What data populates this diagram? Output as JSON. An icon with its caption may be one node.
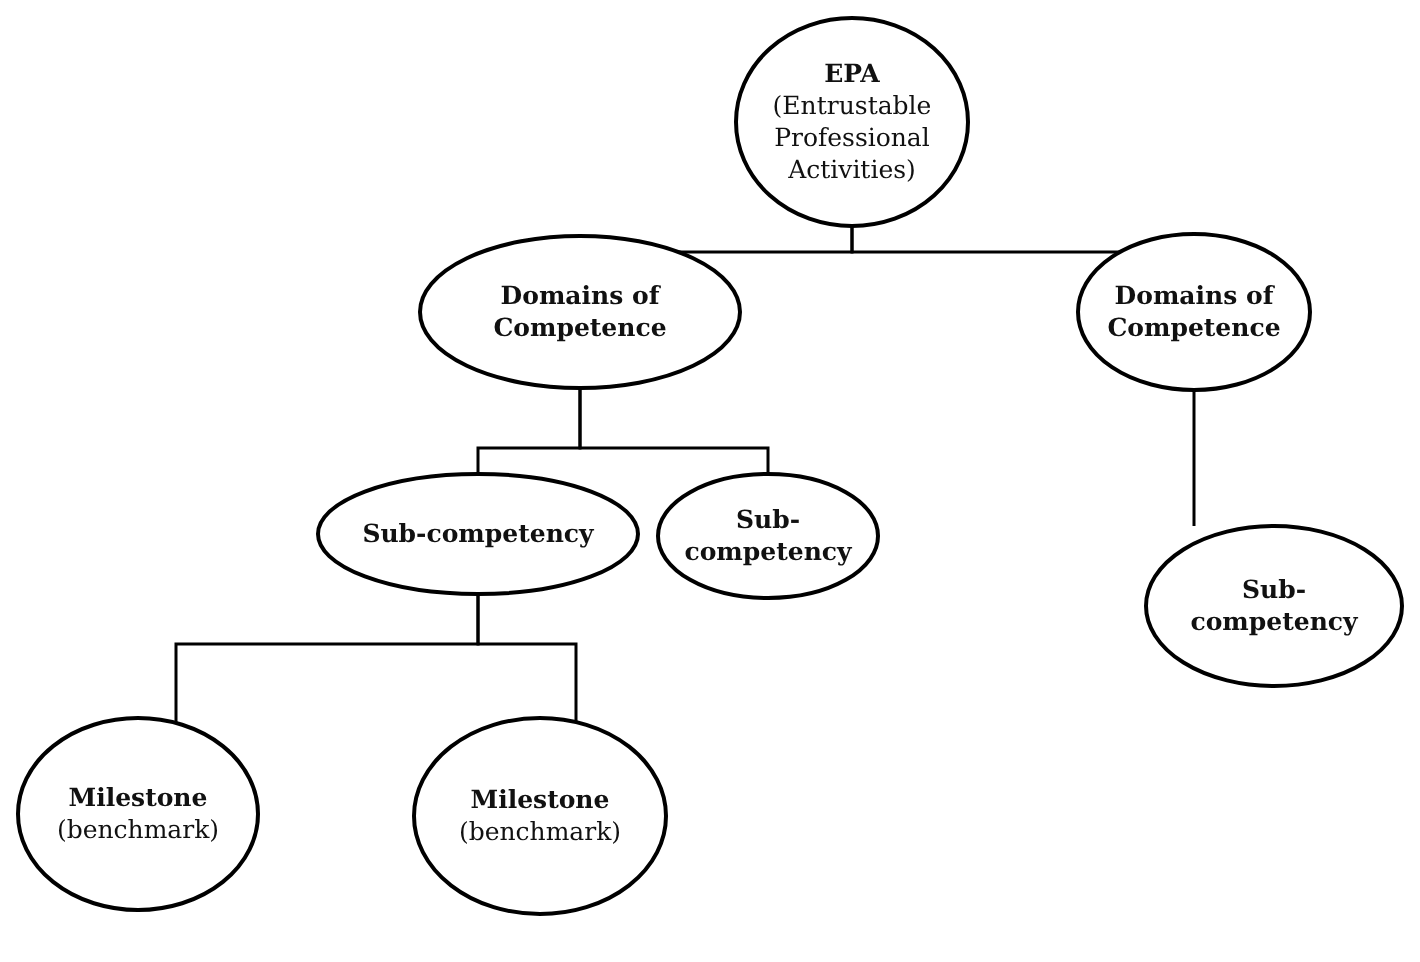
{
  "diagram": {
    "nodes": [
      {
        "text": [
          "EPA",
          "(Entrustable Professional Activities)"
        ]
      },
      {
        "text": [
          "Domains of Competence"
        ]
      },
      {
        "text": [
          "Domains of Competence"
        ]
      },
      {
        "text": [
          "Sub-competency"
        ]
      },
      {
        "text": [
          "Sub-competency"
        ]
      },
      {
        "text": [
          "Sub-competency"
        ]
      },
      {
        "text": [
          "Milestone",
          "(benchmark)"
        ]
      },
      {
        "text": [
          "Milestone",
          "(benchmark)"
        ]
      }
    ],
    "edges": [
      {
        "from": 0,
        "to": 1,
        "arrow": "none"
      },
      {
        "from": 0,
        "to": 2,
        "arrow": "none"
      },
      {
        "from": 1,
        "to": 3,
        "arrow": "none"
      },
      {
        "from": 1,
        "to": 4,
        "arrow": "none"
      },
      {
        "from": 2,
        "to": 5,
        "arrow": "none"
      },
      {
        "from": 3,
        "to": 6,
        "arrow": "none"
      },
      {
        "from": 3,
        "to": 7,
        "arrow": "none"
      }
    ]
  }
}
